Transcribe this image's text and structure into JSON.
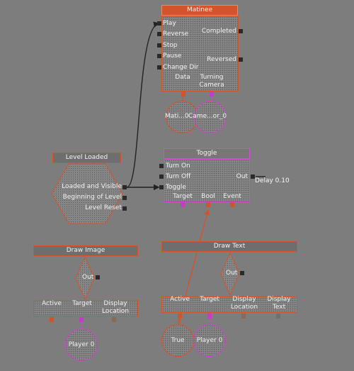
{
  "matinee": {
    "title": "Matinee",
    "inputs": [
      "Play",
      "Reverse",
      "Stop",
      "Pause",
      "Change Dir"
    ],
    "outputs": [
      "Completed",
      "Reversed"
    ],
    "vars": [
      "Data",
      "Turning Camera"
    ],
    "var_nodes": [
      "Mati...0",
      "Came...or_0"
    ]
  },
  "toggle": {
    "title": "Toggle",
    "inputs": [
      "Turn On",
      "Turn Off",
      "Toggle"
    ],
    "output": "Out",
    "vars": [
      "Target",
      "Bool",
      "Event"
    ],
    "delay": "Delay 0.10"
  },
  "level_loaded": {
    "title": "Level Loaded",
    "outputs": [
      "Loaded and Visible",
      "Beginning of Level",
      "Level Reset"
    ]
  },
  "draw_image": {
    "title": "Draw Image",
    "output": "Out",
    "vars": [
      "Active",
      "Target",
      "Display Location"
    ],
    "var_node": "Player 0"
  },
  "draw_text": {
    "title": "Draw Text",
    "output": "Out",
    "vars": [
      "Active",
      "Target",
      "Display Location",
      "Display Text"
    ],
    "var_nodes": [
      "True",
      "Player 0"
    ]
  },
  "colors": {
    "background": "#7d7d7d",
    "event_orange": "#d2542b",
    "object_pink": "#cc44cc",
    "wire": "#222222"
  }
}
